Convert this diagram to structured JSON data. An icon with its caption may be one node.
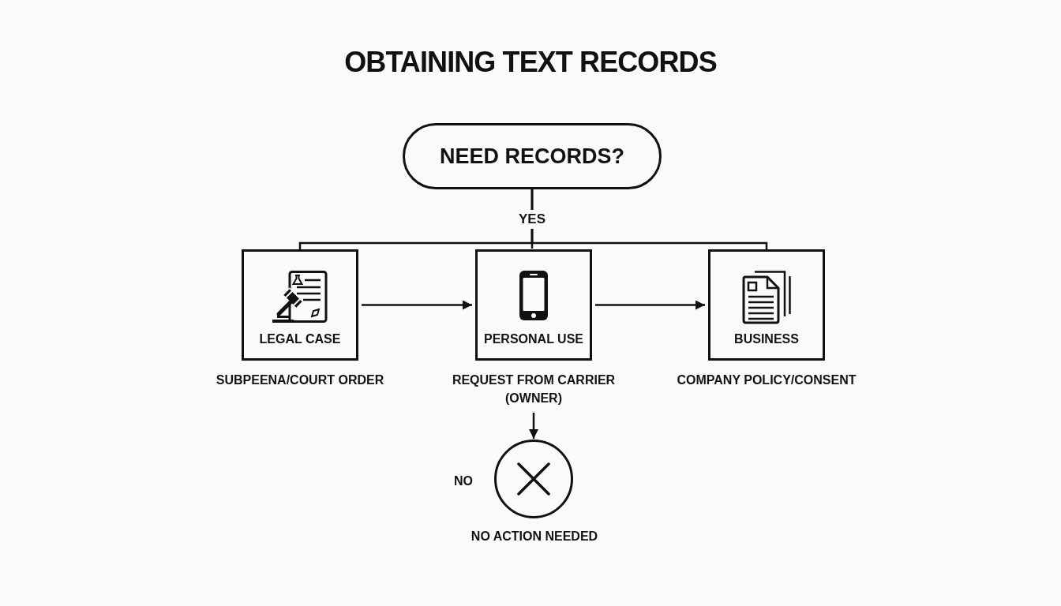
{
  "diagram": {
    "title": "OBTAINING TEXT RECORDS",
    "nodes": [
      {
        "text": [
          "NEED RECORDS?"
        ]
      },
      {
        "text": [
          "LEGAL CASE"
        ],
        "beside": [
          "SUBPEENA/COURT ORDER"
        ]
      },
      {
        "text": [
          "PERSONAL USE"
        ],
        "beside": [
          "REQUEST FROM CARRIER (OWNER)"
        ]
      },
      {
        "text": [
          "BUSINESS"
        ],
        "beside": [
          "COMPANY POLICY/CONSENT"
        ]
      },
      {
        "text": [],
        "shape": "circle",
        "beside": [
          "NO",
          "NO ACTION NEEDED"
        ]
      }
    ],
    "edges": [
      {
        "from": 0,
        "to": 1,
        "arrow": "none"
      },
      {
        "from": 0,
        "to": 2,
        "arrow": "none",
        "label": "YES"
      },
      {
        "from": 0,
        "to": 3,
        "arrow": "none"
      },
      {
        "from": 1,
        "to": 2,
        "arrow": "to"
      },
      {
        "from": 2,
        "to": 3,
        "arrow": "to"
      },
      {
        "from": 2,
        "to": 4,
        "arrow": "to"
      }
    ]
  }
}
